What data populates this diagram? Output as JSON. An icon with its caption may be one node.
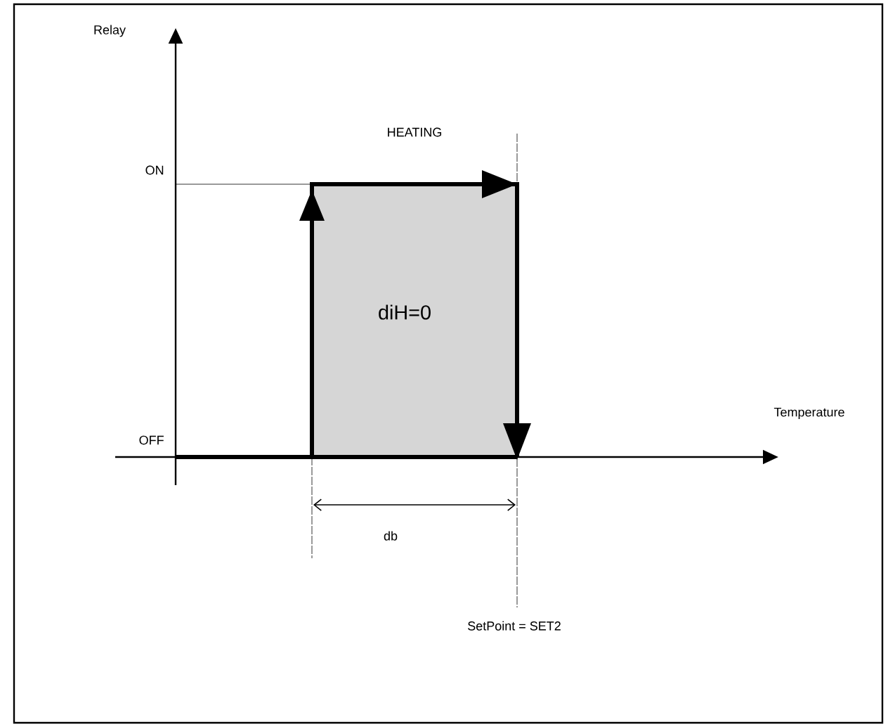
{
  "diagram": {
    "labels": [
      "Relay",
      "HEATING",
      "ON",
      "diH=0",
      "Temperature",
      "OFF",
      "db",
      "SetPoint = SET2"
    ]
  }
}
